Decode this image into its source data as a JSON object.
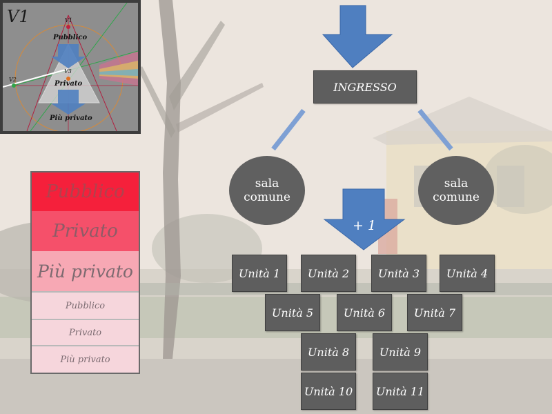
{
  "thumbnail": {
    "title": "V1",
    "labels": [
      "Pubblico",
      "Privato",
      "Più privato"
    ],
    "vertex_labels": [
      "V1",
      "V3",
      "V2"
    ]
  },
  "legend": {
    "items": [
      {
        "label": "Pubblico",
        "color": "#f5203b"
      },
      {
        "label": "Privato",
        "color": "#f5506a"
      },
      {
        "label": "Più privato",
        "color": "#f7a8b4"
      },
      {
        "label": "Pubblico",
        "color": "#f6d6dc"
      },
      {
        "label": "Privato",
        "color": "#f6d6dc"
      },
      {
        "label": "Più privato",
        "color": "#f6d6dc"
      }
    ]
  },
  "diagram": {
    "entrance": "INGRESSO",
    "common_left": [
      "sala",
      "comune"
    ],
    "common_right": [
      "sala",
      "comune"
    ],
    "plus": "+ 1",
    "units": [
      "Unità 1",
      "Unità 2",
      "Unità 3",
      "Unità 4",
      "Unità 5",
      "Unità 6",
      "Unità 7",
      "Unità 8",
      "Unità 9",
      "Unità 10",
      "Unità 11"
    ],
    "arrow_color": "#4f7fc0"
  }
}
